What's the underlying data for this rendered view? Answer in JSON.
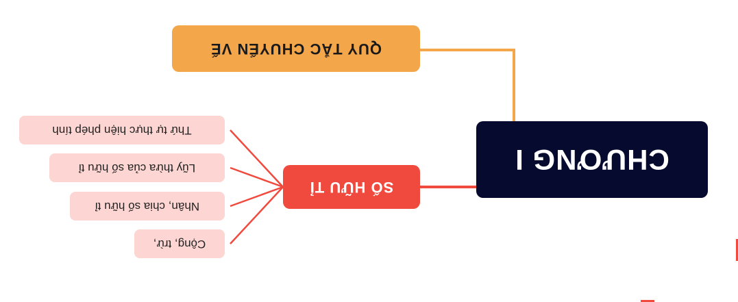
{
  "mindmap": {
    "root": "CHƯƠNG I",
    "branches": [
      {
        "label": "QUY TẮC CHUYỂN VẾ",
        "color": "#f4a64a",
        "children": []
      },
      {
        "label": "SỐ HỮU TỈ",
        "color": "#f04a3e",
        "children": [
          "Cộng, trừ,",
          "Nhân, chia số hữu tỉ",
          "Lũy thừa của số hữu tỉ",
          "Thứ tự thực hiện phép tính"
        ]
      }
    ]
  },
  "colors": {
    "root_bg": "#050a2e",
    "orange": "#f4a64a",
    "red": "#f04a3e",
    "leaf_bg": "#fdd5d2"
  },
  "orientation": "upside-down"
}
